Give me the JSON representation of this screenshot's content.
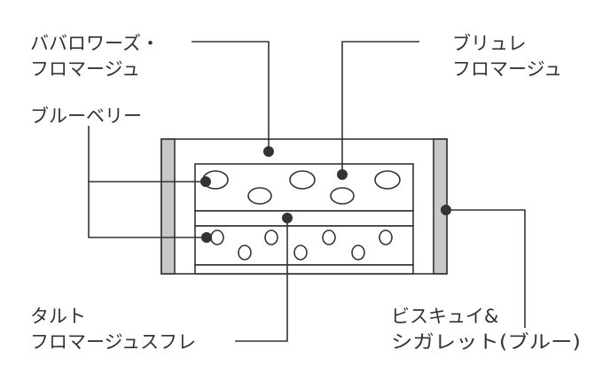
{
  "labels": {
    "bavarois_line1": "ババロワーズ・",
    "bavarois_line2": "フロマージュ",
    "brulee_line1": "ブリュレ",
    "brulee_line2": "フロマージュ",
    "blueberry": "ブルーベリー",
    "tart_line1": "タルト",
    "tart_line2": "フロマージュスフレ",
    "biscuit_line1": "ビスキュイ&",
    "biscuit_line2": "シガレット(ブルー)"
  },
  "colors": {
    "line": "#333333",
    "wall_fill": "#c8c8c8",
    "background": "#ffffff"
  }
}
